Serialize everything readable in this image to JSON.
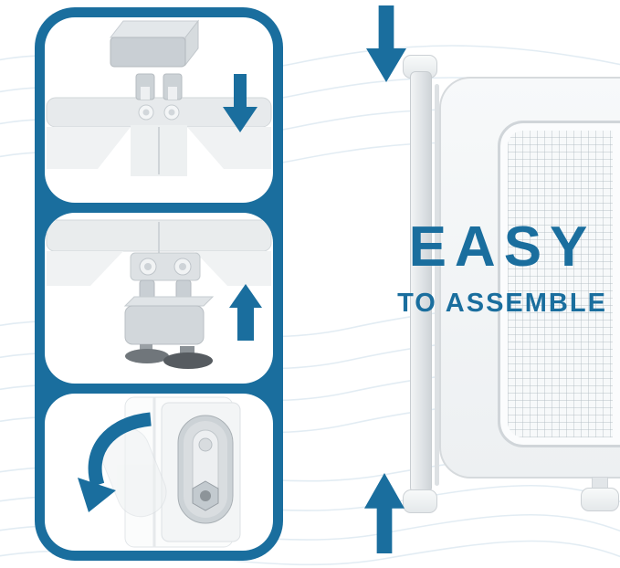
{
  "headline": {
    "title": "EASY",
    "subtitle": "TO ASSEMBLE"
  },
  "colors": {
    "accent": "#1a6e9e",
    "card_background": "#ffffff",
    "part_light": "#e9eced",
    "part_mid": "#ccd2d6",
    "part_dark": "#565b60",
    "wave": "#dfeaf2"
  },
  "instruction_steps": [
    {
      "name": "insert-top-cap",
      "arrow_icon": "arrow-down-icon"
    },
    {
      "name": "attach-bottom-foot-with-suction-pads",
      "arrow_icon": "arrow-up-icon"
    },
    {
      "name": "tighten-tension-knob",
      "arrow_icon": "arrow-rotate-icon"
    }
  ],
  "gate_indicators": [
    {
      "name": "gate-top-indicator",
      "icon": "arrow-down-icon"
    },
    {
      "name": "gate-bottom-indicator",
      "icon": "arrow-up-icon"
    }
  ]
}
